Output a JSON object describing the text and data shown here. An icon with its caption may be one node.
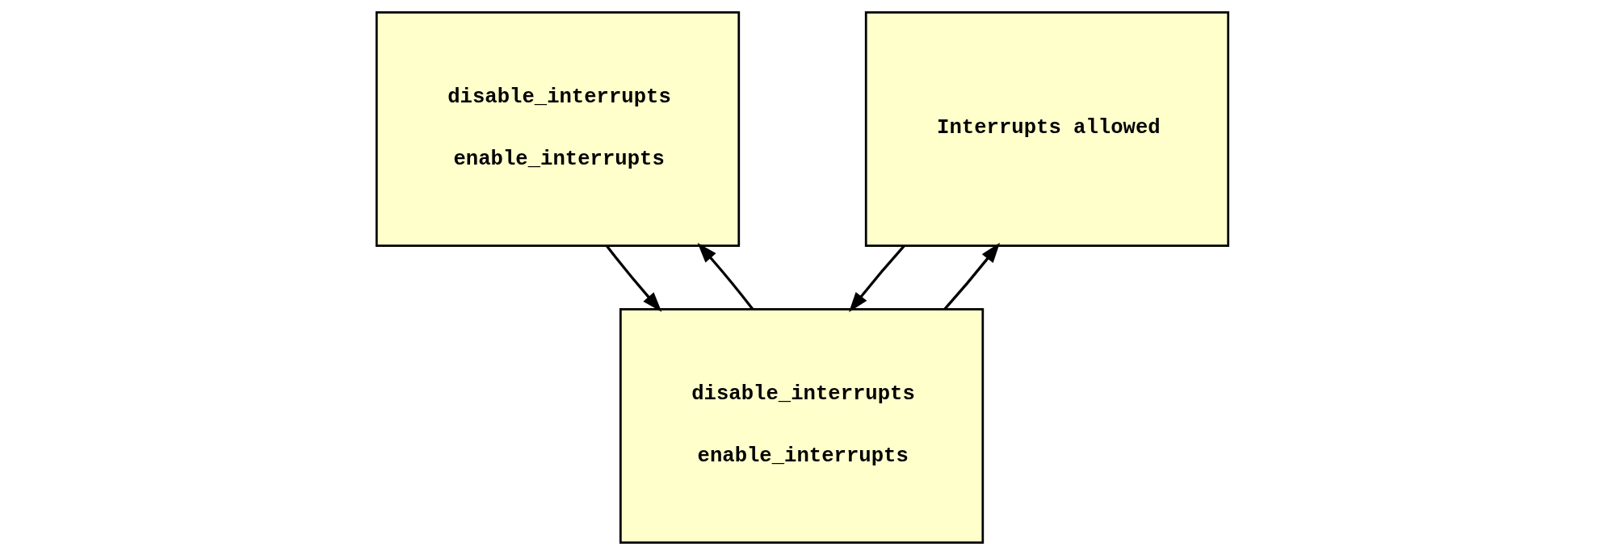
{
  "diagram": {
    "nodes": [
      {
        "text": [
          "disable_interrupts",
          "enable_interrupts"
        ]
      },
      {
        "text": [
          "Interrupts allowed"
        ]
      },
      {
        "text": [
          "disable_interrupts",
          "enable_interrupts"
        ]
      }
    ],
    "edges": [
      {
        "from": 0,
        "to": 2,
        "arrow": "to"
      },
      {
        "from": 2,
        "to": 0,
        "arrow": "to"
      },
      {
        "from": 1,
        "to": 2,
        "arrow": "to"
      },
      {
        "from": 2,
        "to": 1,
        "arrow": "to"
      }
    ]
  }
}
